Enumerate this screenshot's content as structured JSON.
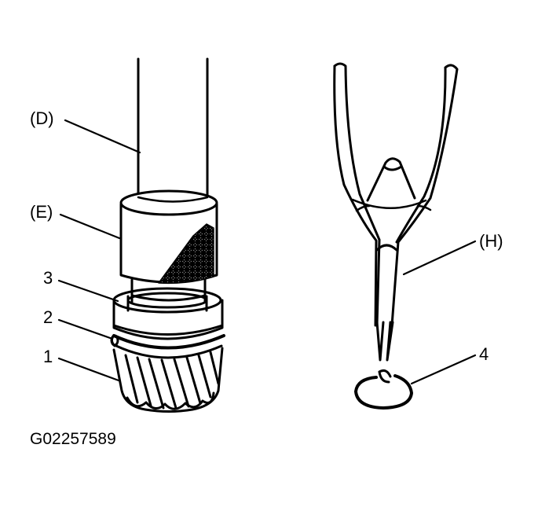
{
  "labels": {
    "d": "(D)",
    "e": "(E)",
    "n3": "3",
    "n2": "2",
    "n1": "1",
    "h": "(H)",
    "n4": "4"
  },
  "figure_id": "G02257589",
  "colors": {
    "ink": "#000000",
    "paper": "#ffffff"
  }
}
